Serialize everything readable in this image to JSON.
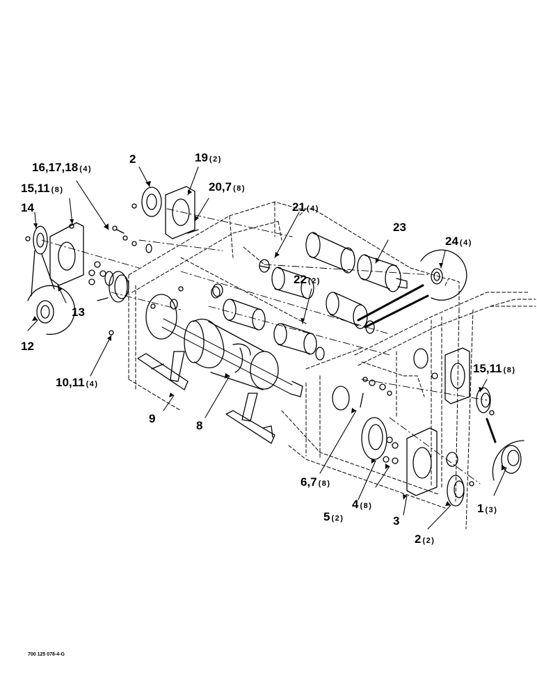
{
  "callouts": {
    "c1": {
      "num": "1",
      "qty": "(3)"
    },
    "c2a": {
      "num": "2",
      "qty": ""
    },
    "c2b": {
      "num": "2",
      "qty": "(2)"
    },
    "c3": {
      "num": "3",
      "qty": ""
    },
    "c4": {
      "num": "4",
      "qty": "(8)"
    },
    "c5": {
      "num": "5",
      "qty": "(2)"
    },
    "c6": {
      "num": "6,7",
      "qty": "(8)"
    },
    "c8": {
      "num": "8",
      "qty": ""
    },
    "c9": {
      "num": "9",
      "qty": ""
    },
    "c10": {
      "num": "10,11",
      "qty": "(4)"
    },
    "c12": {
      "num": "12",
      "qty": ""
    },
    "c13": {
      "num": "13",
      "qty": ""
    },
    "c14": {
      "num": "14",
      "qty": ""
    },
    "c15a": {
      "num": "15,11",
      "qty": "(8)"
    },
    "c15b": {
      "num": "15,11",
      "qty": "(8)"
    },
    "c16": {
      "num": "16,17,18",
      "qty": "(4)"
    },
    "c19": {
      "num": "19",
      "qty": "(2)"
    },
    "c20": {
      "num": "20,7",
      "qty": "(8)"
    },
    "c21": {
      "num": "21",
      "qty": "(4)"
    },
    "c22": {
      "num": "22",
      "qty": "(2)"
    },
    "c23": {
      "num": "23",
      "qty": ""
    },
    "c24": {
      "num": "24",
      "qty": "(4)"
    }
  },
  "drawing_ref": "700 125 078-4-G"
}
